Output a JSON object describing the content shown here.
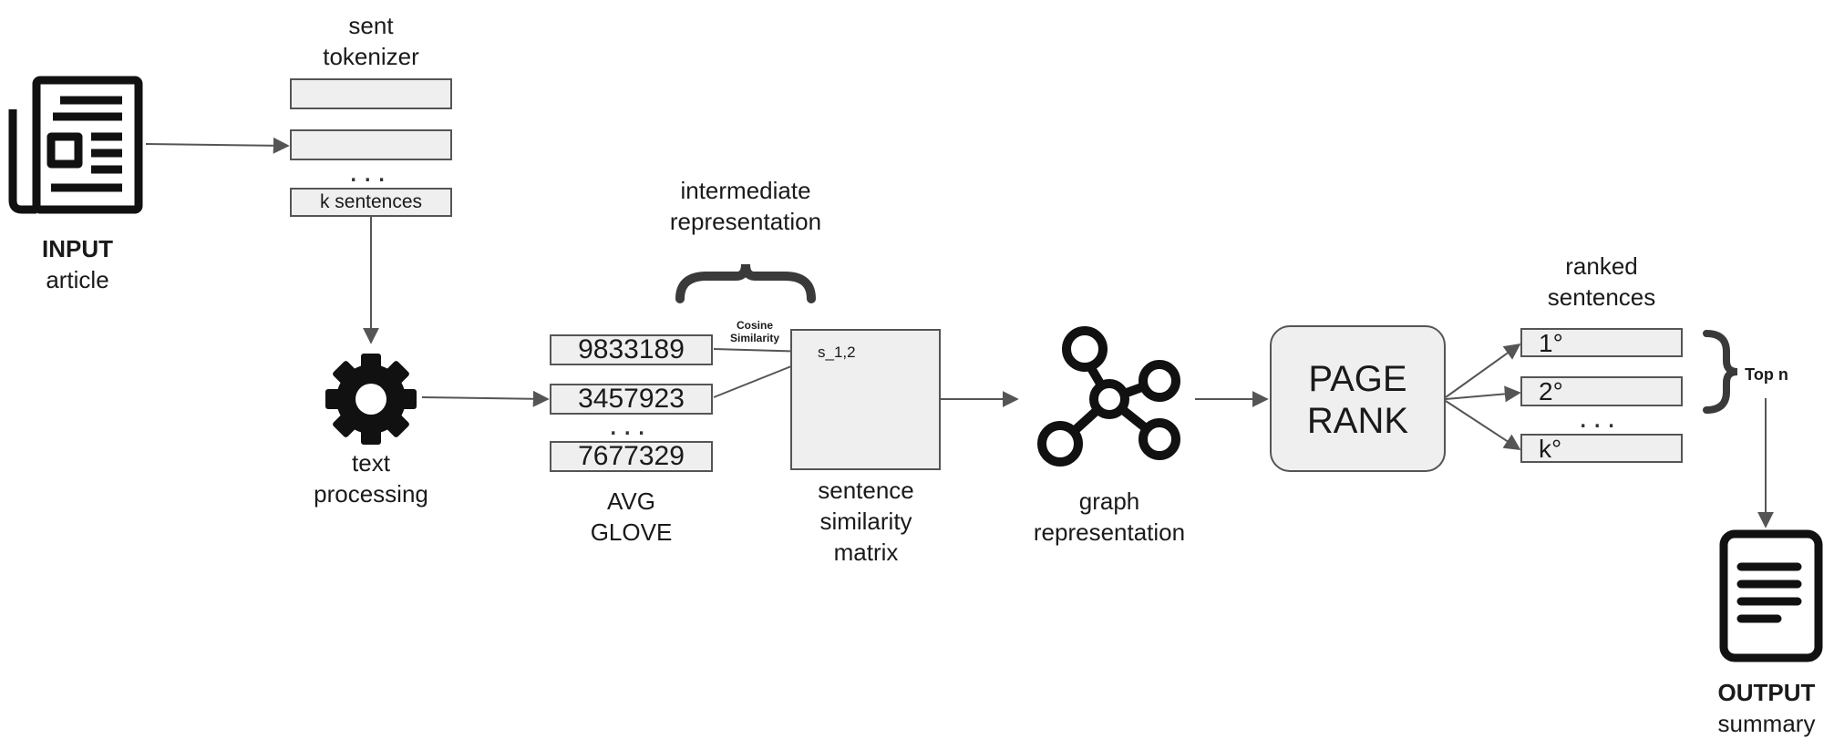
{
  "input": {
    "title": "INPUT",
    "subtitle": "article"
  },
  "tokenizer": {
    "label_line1": "sent",
    "label_line2": "tokenizer",
    "last_box": "k sentences",
    "ellipsis": "..."
  },
  "processing": {
    "label_line1": "text",
    "label_line2": "processing"
  },
  "intermediate": {
    "label_line1": "intermediate",
    "label_line2": "representation"
  },
  "vectors": {
    "values": [
      "9833189",
      "3457923",
      "7677329"
    ],
    "ellipsis": "...",
    "label_line1": "AVG",
    "label_line2": "GLOVE"
  },
  "similarity": {
    "cosine_line1": "Cosine",
    "cosine_line2": "Similarity",
    "cell": "s_1,2",
    "label_line1": "sentence",
    "label_line2": "similarity",
    "label_line3": "matrix"
  },
  "graph": {
    "label_line1": "graph",
    "label_line2": "representation"
  },
  "pagerank": {
    "line1": "PAGE",
    "line2": "RANK"
  },
  "ranked": {
    "label_line1": "ranked",
    "label_line2": "sentences",
    "items": [
      "1°",
      "2°",
      "k°"
    ],
    "ellipsis": "...",
    "top_n": "Top n"
  },
  "output": {
    "title": "OUTPUT",
    "subtitle": "summary"
  },
  "colors": {
    "line": "#555555",
    "box_fill": "#efefef",
    "icon": "#111111",
    "brace": "#3a3a3a"
  }
}
